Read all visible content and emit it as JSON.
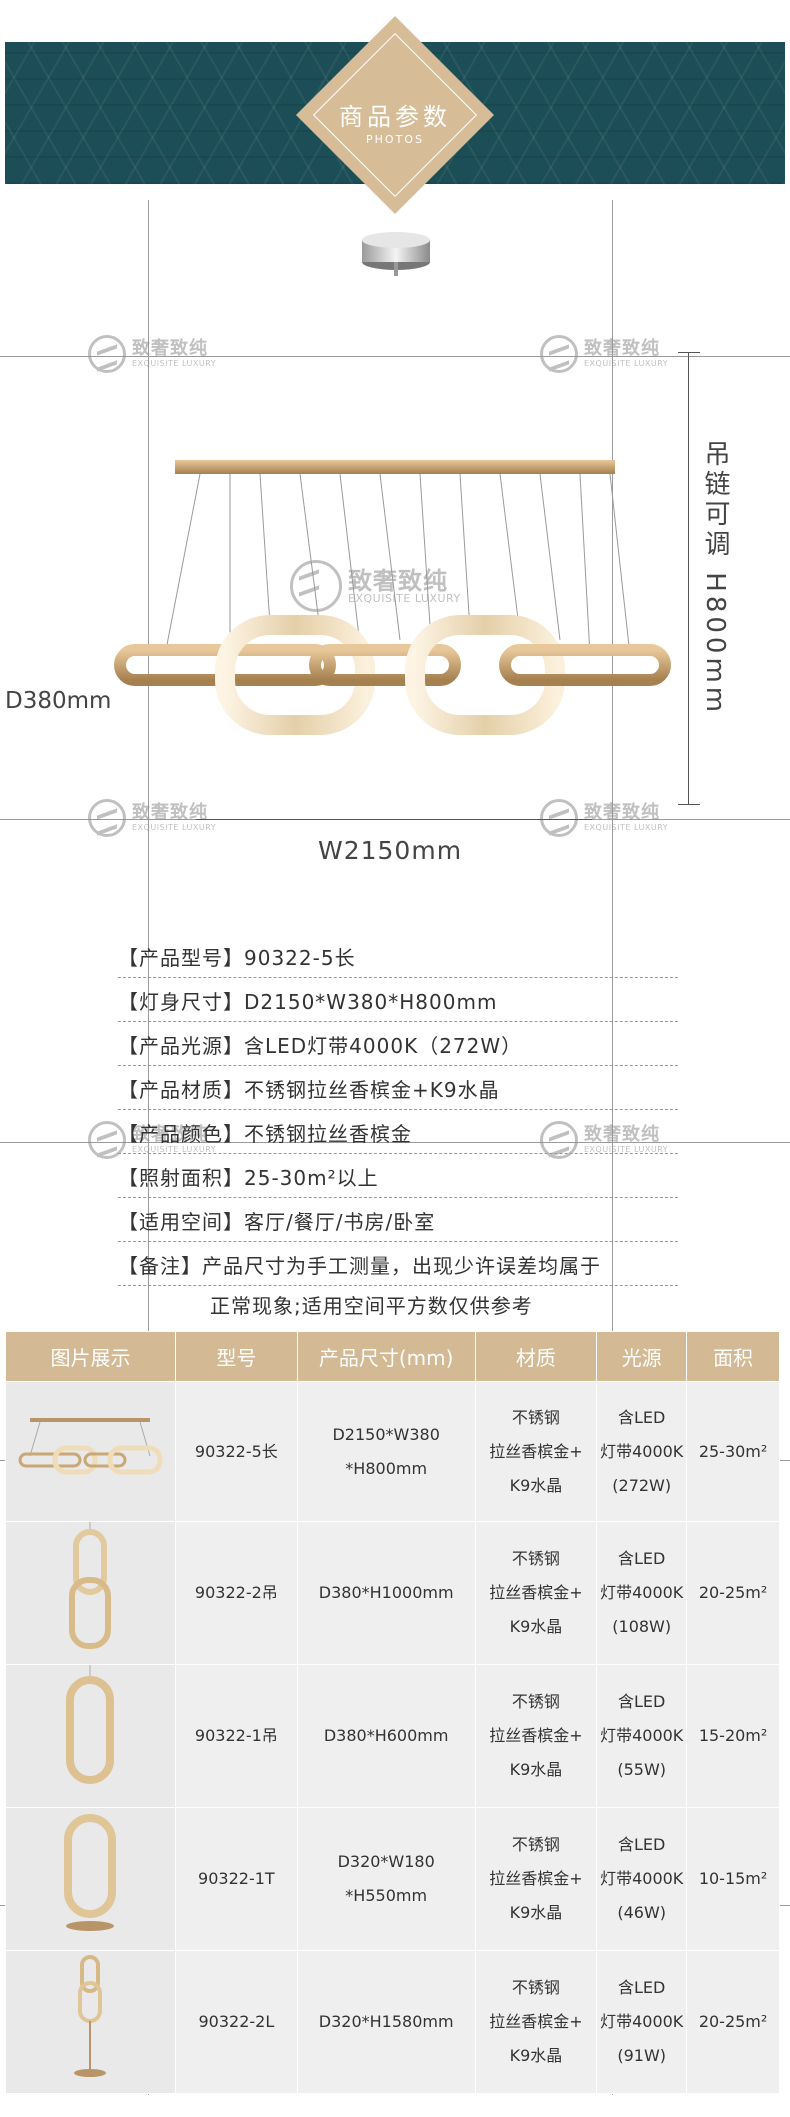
{
  "banner": {
    "title": "商品参数",
    "subtitle": "PHOTOS"
  },
  "watermark": {
    "cn": "致奢致纯",
    "en": "EXQUISITE LUXURY"
  },
  "dimensions": {
    "height": "吊链可调 H800mm",
    "width": "W2150mm",
    "depth": "D380mm"
  },
  "specs": [
    "【产品型号】90322-5长",
    "【灯身尺寸】D2150*W380*H800mm",
    "【产品光源】含LED灯带4000K（272W）",
    "【产品材质】不锈钢拉丝香槟金+K9水晶",
    "【产品颜色】不锈钢拉丝香槟金",
    "【照射面积】25-30m²以上",
    "【适用空间】客厅/餐厅/书房/卧室",
    "【备注】产品尺寸为手工测量，出现少许误差均属于"
  ],
  "spec_note_cont": "正常现象;适用空间平方数仅供参考",
  "table": {
    "headers": [
      "图片展示",
      "型号",
      "产品尺寸(mm)",
      "材质",
      "光源",
      "面积"
    ],
    "rows": [
      {
        "model": "90322-5长",
        "size1": "D2150*W380",
        "size2": "*H800mm",
        "mat1": "不锈钢",
        "mat2": "拉丝香槟金+",
        "mat3": "K9水晶",
        "light1": "含LED",
        "light2": "灯带4000K",
        "light3": "(272W)",
        "area": "25-30m²"
      },
      {
        "model": "90322-2吊",
        "size1": "D380*H1000mm",
        "size2": "",
        "mat1": "不锈钢",
        "mat2": "拉丝香槟金+",
        "mat3": "K9水晶",
        "light1": "含LED",
        "light2": "灯带4000K",
        "light3": "(108W)",
        "area": "20-25m²"
      },
      {
        "model": "90322-1吊",
        "size1": "D380*H600mm",
        "size2": "",
        "mat1": "不锈钢",
        "mat2": "拉丝香槟金+",
        "mat3": "K9水晶",
        "light1": "含LED",
        "light2": "灯带4000K",
        "light3": "(55W)",
        "area": "15-20m²"
      },
      {
        "model": "90322-1T",
        "size1": "D320*W180",
        "size2": "*H550mm",
        "mat1": "不锈钢",
        "mat2": "拉丝香槟金+",
        "mat3": "K9水晶",
        "light1": "含LED",
        "light2": "灯带4000K",
        "light3": "(46W)",
        "area": "10-15m²"
      },
      {
        "model": "90322-2L",
        "size1": "D320*H1580mm",
        "size2": "",
        "mat1": "不锈钢",
        "mat2": "拉丝香槟金+",
        "mat3": "K9水晶",
        "light1": "含LED",
        "light2": "灯带4000K",
        "light3": "(91W)",
        "area": "20-25m²"
      }
    ]
  },
  "colors": {
    "banner_bg": "#1c4e57",
    "gold": "#d3b994",
    "text": "#333333"
  }
}
